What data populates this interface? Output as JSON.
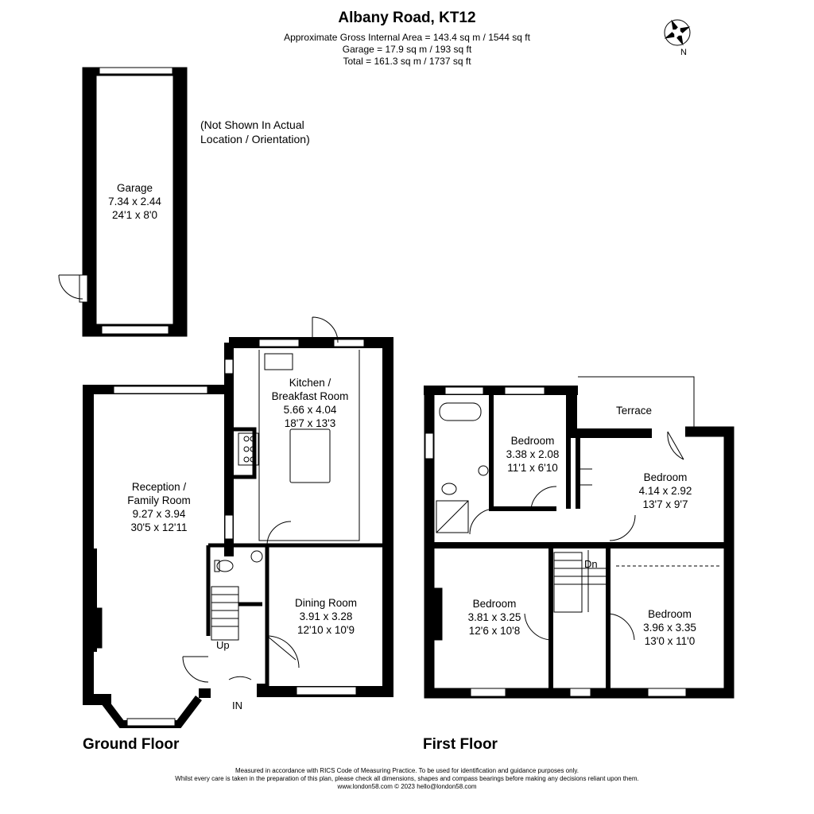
{
  "header": {
    "title": "Albany Road, KT12",
    "area_line": "Approximate Gross Internal Area = 143.4 sq m / 1544 sq ft",
    "garage_line": "Garage = 17.9 sq m / 193 sq ft",
    "total_line": "Total = 161.3 sq m / 1737 sq ft"
  },
  "compass": {
    "label": "N"
  },
  "note": {
    "line1": "(Not Shown In Actual",
    "line2": "Location / Orientation)"
  },
  "rooms": {
    "garage": {
      "name": "Garage",
      "metric": "7.34 x 2.44",
      "imperial": "24'1 x 8'0"
    },
    "kitchen": {
      "name1": "Kitchen /",
      "name2": "Breakfast Room",
      "metric": "5.66 x 4.04",
      "imperial": "18'7 x 13'3"
    },
    "reception": {
      "name1": "Reception /",
      "name2": "Family Room",
      "metric": "9.27 x 3.94",
      "imperial": "30'5 x 12'11"
    },
    "dining": {
      "name": "Dining Room",
      "metric": "3.91 x 3.28",
      "imperial": "12'10 x 10'9"
    },
    "bed_small": {
      "name": "Bedroom",
      "metric": "3.38 x 2.08",
      "imperial": "11'1 x 6'10"
    },
    "bed_terrace": {
      "name": "Bedroom",
      "metric": "4.14 x 2.92",
      "imperial": "13'7 x 9'7"
    },
    "bed_left": {
      "name": "Bedroom",
      "metric": "3.81 x 3.25",
      "imperial": "12'6 x 10'8"
    },
    "bed_right": {
      "name": "Bedroom",
      "metric": "3.96 x 3.35",
      "imperial": "13'0 x 11'0"
    }
  },
  "labels": {
    "terrace": "Terrace",
    "up": "Up",
    "down": "Dn",
    "entrance": "IN"
  },
  "floors": {
    "ground": "Ground Floor",
    "first": "First Floor"
  },
  "footer": {
    "line1": "Measured in accordance with RICS Code of Measuring Practice. To be used for identification and guidance purposes only.",
    "line2": "Whilst every care is taken in the preparation of this plan, please check all dimensions, shapes and compass bearings before making any decisions reliant upon them.",
    "line3": "www.london58.com © 2023 hello@london58.com"
  }
}
